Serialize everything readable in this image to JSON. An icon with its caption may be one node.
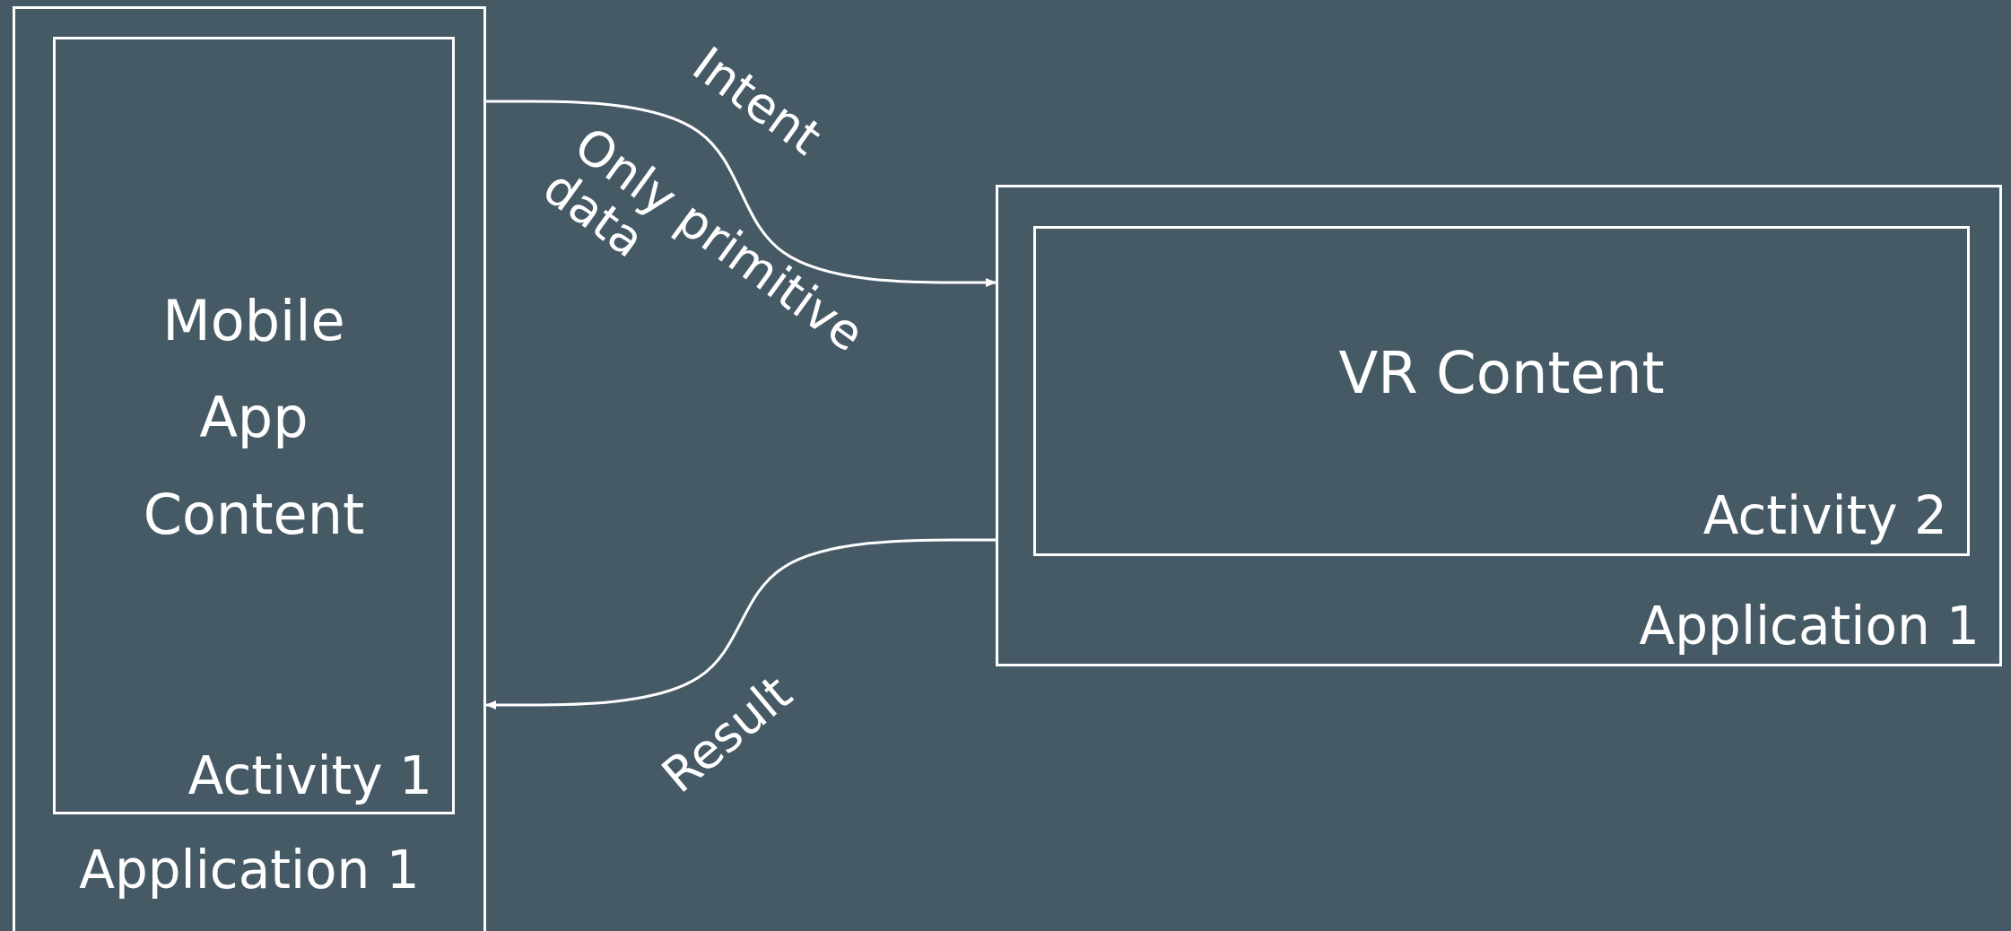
{
  "diagram": {
    "nodes": [
      {
        "text": [
          "Application 1"
        ]
      },
      {
        "text": [
          "Mobile App Content",
          "Activity 1"
        ],
        "in": 0
      },
      {
        "text": [
          "Application 1"
        ]
      },
      {
        "text": [
          "VR Content",
          "Activity 2"
        ],
        "in": 2
      }
    ],
    "edges": [
      {
        "from": 0,
        "to": 2,
        "arrow": "to",
        "label": "Intent"
      },
      {
        "from": 2,
        "to": 0,
        "arrow": "to",
        "label": "Result"
      }
    ],
    "labels": [
      "Only primitive data"
    ]
  }
}
